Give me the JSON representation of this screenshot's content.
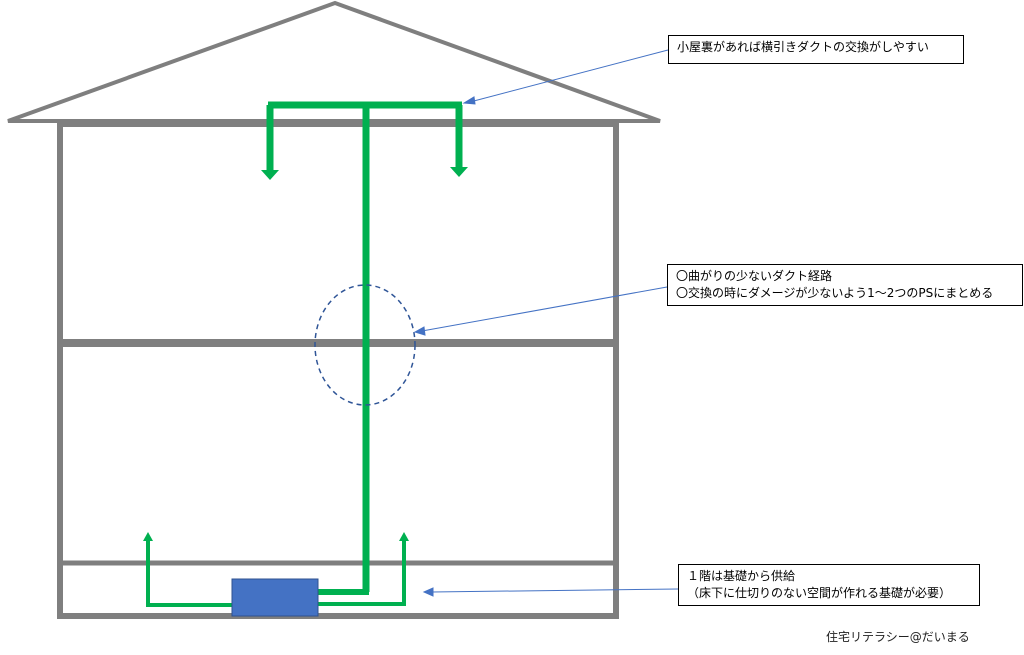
{
  "callouts": {
    "attic": "小屋裏があれば横引きダクトの交換がしやすい",
    "route_line1": "〇曲がりの少ないダクト経路",
    "route_line2": "〇交換の時にダメージが少ないよう1～2つのPSにまとめる",
    "foundation_line1": "１階は基礎から供給",
    "foundation_line2": "（床下に仕切りのない空間が作れる基礎が必要）"
  },
  "credit": "住宅リテラシー@だいまる",
  "colors": {
    "house_outline": "#7f7f7f",
    "duct": "#00b050",
    "unit": "#4472c4",
    "leader": "#4472c4",
    "highlight_circle": "#2f5597"
  },
  "icons": {
    "supply_arrow": "arrow-down-icon",
    "floor_outlet": "arrow-up-icon"
  }
}
